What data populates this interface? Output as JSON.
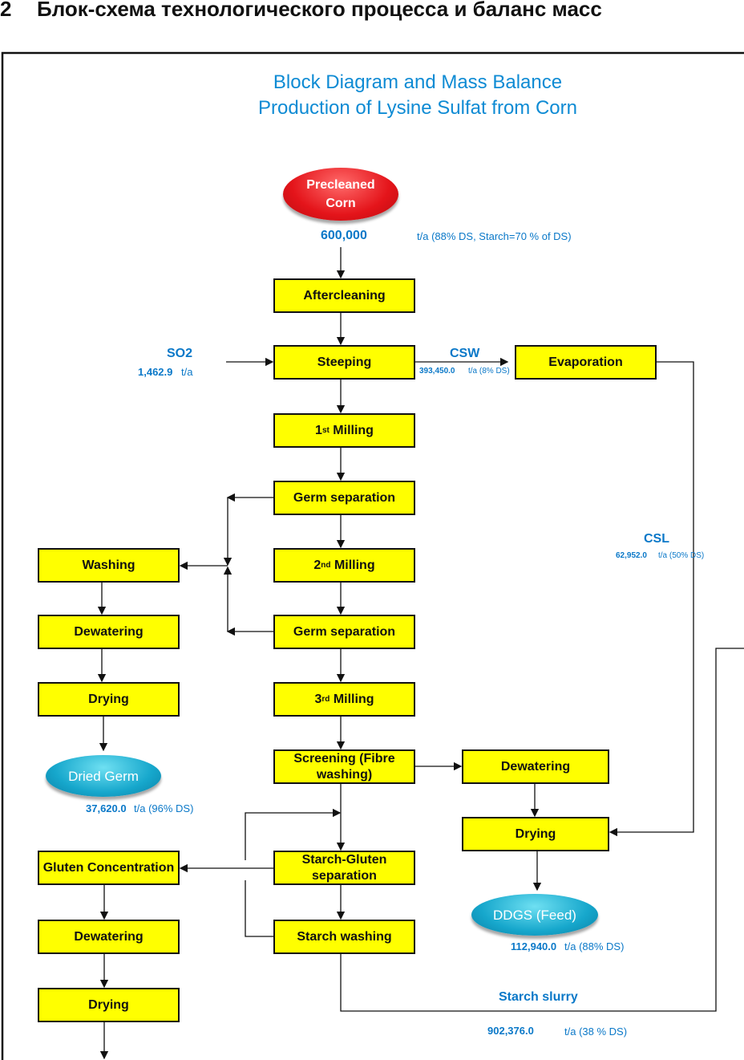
{
  "heading": {
    "number": "2",
    "text": "Блок-схема технологического процесса и баланс масс"
  },
  "title": {
    "line1": "Block Diagram and Mass Balance",
    "line2": "Production of Lysine Sulfat from Corn"
  },
  "input": {
    "label_line1": "Precleaned",
    "label_line2": "Corn",
    "amount": "600,000",
    "unit": "t/a (88% DS, Starch=70 % of DS)"
  },
  "so2": {
    "label": "SO2",
    "amount": "1,462.9",
    "unit": "t/a"
  },
  "csw": {
    "label": "CSW",
    "amount": "393,450.0",
    "unit": "t/a (8% DS)"
  },
  "csl": {
    "label": "CSL",
    "amount": "62,952.0",
    "unit": "t/a (50% DS)"
  },
  "dried_germ": {
    "label": "Dried Germ",
    "amount": "37,620.0",
    "unit": "t/a (96% DS)"
  },
  "ddgs": {
    "label": "DDGS (Feed)",
    "amount": "112,940.0",
    "unit": "t/a (88% DS)"
  },
  "starch_slurry": {
    "label": "Starch slurry",
    "amount": "902,376.0",
    "unit": "t/a (38 % DS)"
  },
  "main": {
    "aftercleaning": "Aftercleaning",
    "steeping": "Steeping",
    "milling1_n": "1",
    "milling1_sup": "st",
    "milling1": " Milling",
    "germ_sep1": "Germ separation",
    "milling2_n": "2",
    "milling2_sup": "nd",
    "milling2": " Milling",
    "germ_sep2": "Germ separation",
    "milling3_n": "3",
    "milling3_sup": "rd",
    "milling3": " Milling",
    "screening": "Screening (Fibre washing)",
    "starch_gluten": "Starch-Gluten separation",
    "starch_washing": "Starch washing",
    "evaporation": "Evaporation"
  },
  "germ_line": {
    "washing": "Washing",
    "dewatering": "Dewatering",
    "drying": "Drying"
  },
  "fibre_line": {
    "dewatering": "Dewatering",
    "drying": "Drying"
  },
  "gluten_line": {
    "concentration": "Gluten Concentration",
    "dewatering": "Dewatering",
    "drying": "Drying"
  },
  "colors": {
    "box": "#ffff00",
    "label": "#0a78c8",
    "title": "#0e8bd4",
    "input_oval": "#e4141a",
    "output_oval": "#16a7cc"
  }
}
